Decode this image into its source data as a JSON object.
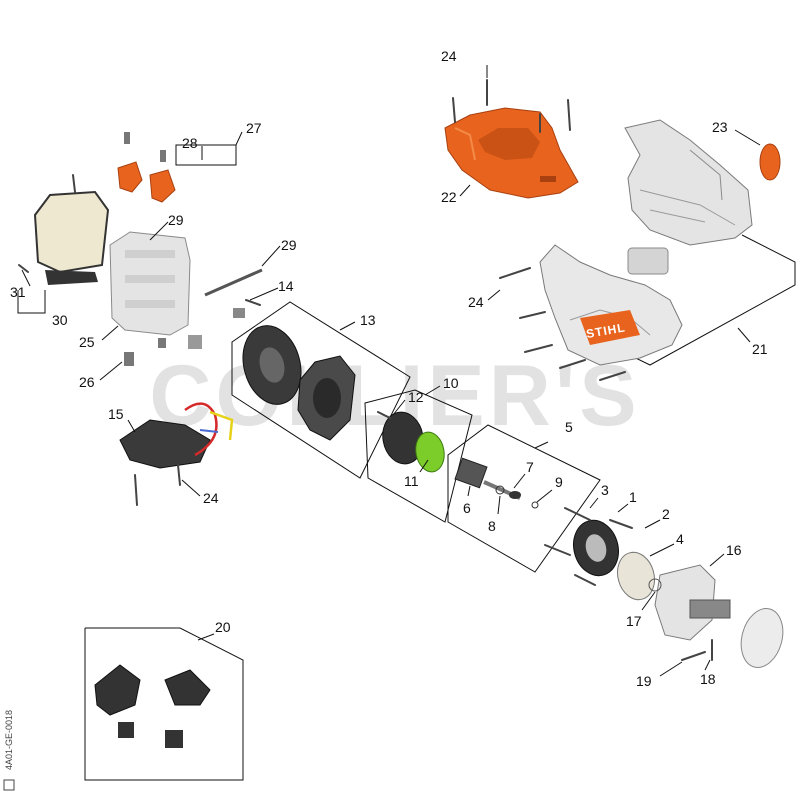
{
  "diagram": {
    "brand_logo": "STIHL",
    "watermark": "COLLIER'S",
    "catalog_code": "4A01-GE-0018",
    "callouts": {
      "c1": "1",
      "c2": "2",
      "c3": "3",
      "c4": "4",
      "c5": "5",
      "c6": "6",
      "c7": "7",
      "c8": "8",
      "c9": "9",
      "c10": "10",
      "c11": "11",
      "c12": "12",
      "c13": "13",
      "c14": "14",
      "c15": "15",
      "c16": "16",
      "c17": "17",
      "c18": "18",
      "c19": "19",
      "c20": "20",
      "c21": "21",
      "c22": "22",
      "c23": "23",
      "c24a": "24",
      "c24b": "24",
      "c24c": "24",
      "c25": "25",
      "c26": "26",
      "c27": "27",
      "c28": "28",
      "c29a": "29",
      "c29b": "29",
      "c30": "30",
      "c31": "31"
    }
  },
  "colors": {
    "orange": "#e8641e",
    "orange_dark": "#c04e12",
    "grey_light": "#e4e4e4",
    "grey_mid": "#9a9a9a",
    "grey_dark": "#3a3a3a",
    "green": "#7ccd2a"
  },
  "icons": [
    "screw-icon",
    "housing-shape",
    "fan-wheel-shape",
    "stator-shape"
  ]
}
